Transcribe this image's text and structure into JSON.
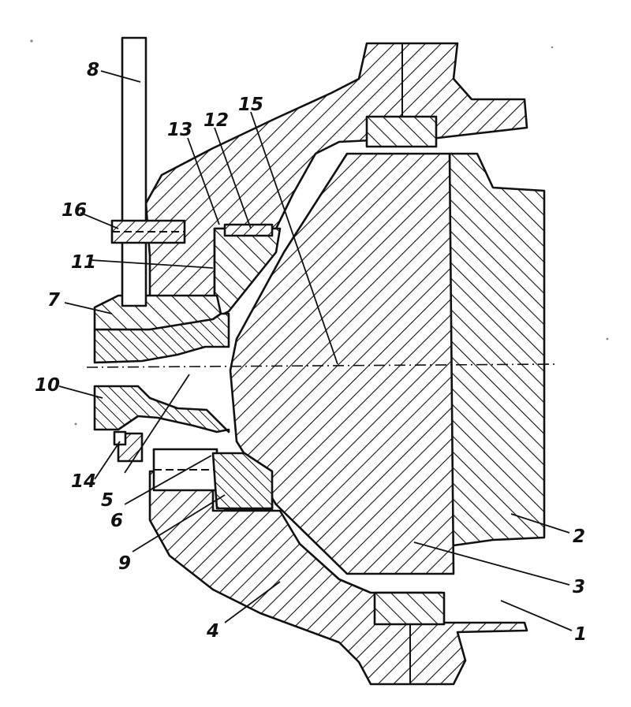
{
  "callouts": [
    {
      "id": "1",
      "text": "1"
    },
    {
      "id": "2",
      "text": "2"
    },
    {
      "id": "3",
      "text": "3"
    },
    {
      "id": "4",
      "text": "4"
    },
    {
      "id": "5",
      "text": "5"
    },
    {
      "id": "6",
      "text": "6"
    },
    {
      "id": "7",
      "text": "7"
    },
    {
      "id": "8",
      "text": "8"
    },
    {
      "id": "9",
      "text": "9"
    },
    {
      "id": "10",
      "text": "10"
    },
    {
      "id": "11",
      "text": "11"
    },
    {
      "id": "12",
      "text": "12"
    },
    {
      "id": "13",
      "text": "13"
    },
    {
      "id": "14",
      "text": "14"
    },
    {
      "id": "15",
      "text": "15"
    },
    {
      "id": "16",
      "text": "16"
    }
  ],
  "colors": {
    "ink": "#111111",
    "paper": "#ffffff"
  }
}
